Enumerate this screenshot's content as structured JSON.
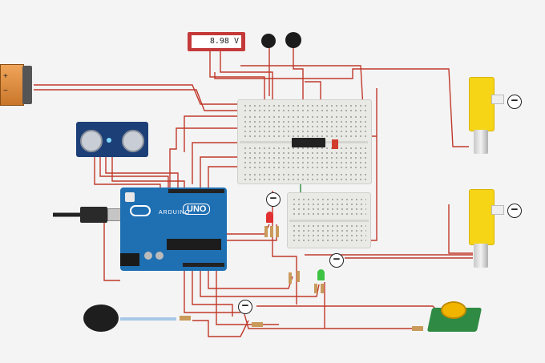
{
  "meter": {
    "reading": "8.98 V"
  },
  "battery": {
    "plus": "+",
    "minus": "−"
  },
  "motor_symbols": {
    "top": "−",
    "bottom": "−"
  },
  "ground_symbol": "−",
  "arduino": {
    "label": "ARDUINO",
    "model": "UNO"
  },
  "colors": {
    "wire": "#c0392b",
    "wire_green": "#2e8b3d",
    "wire_orange": "#e08a1e",
    "arduino_blue": "#1f6fb3",
    "motor_yellow": "#f5d516"
  }
}
